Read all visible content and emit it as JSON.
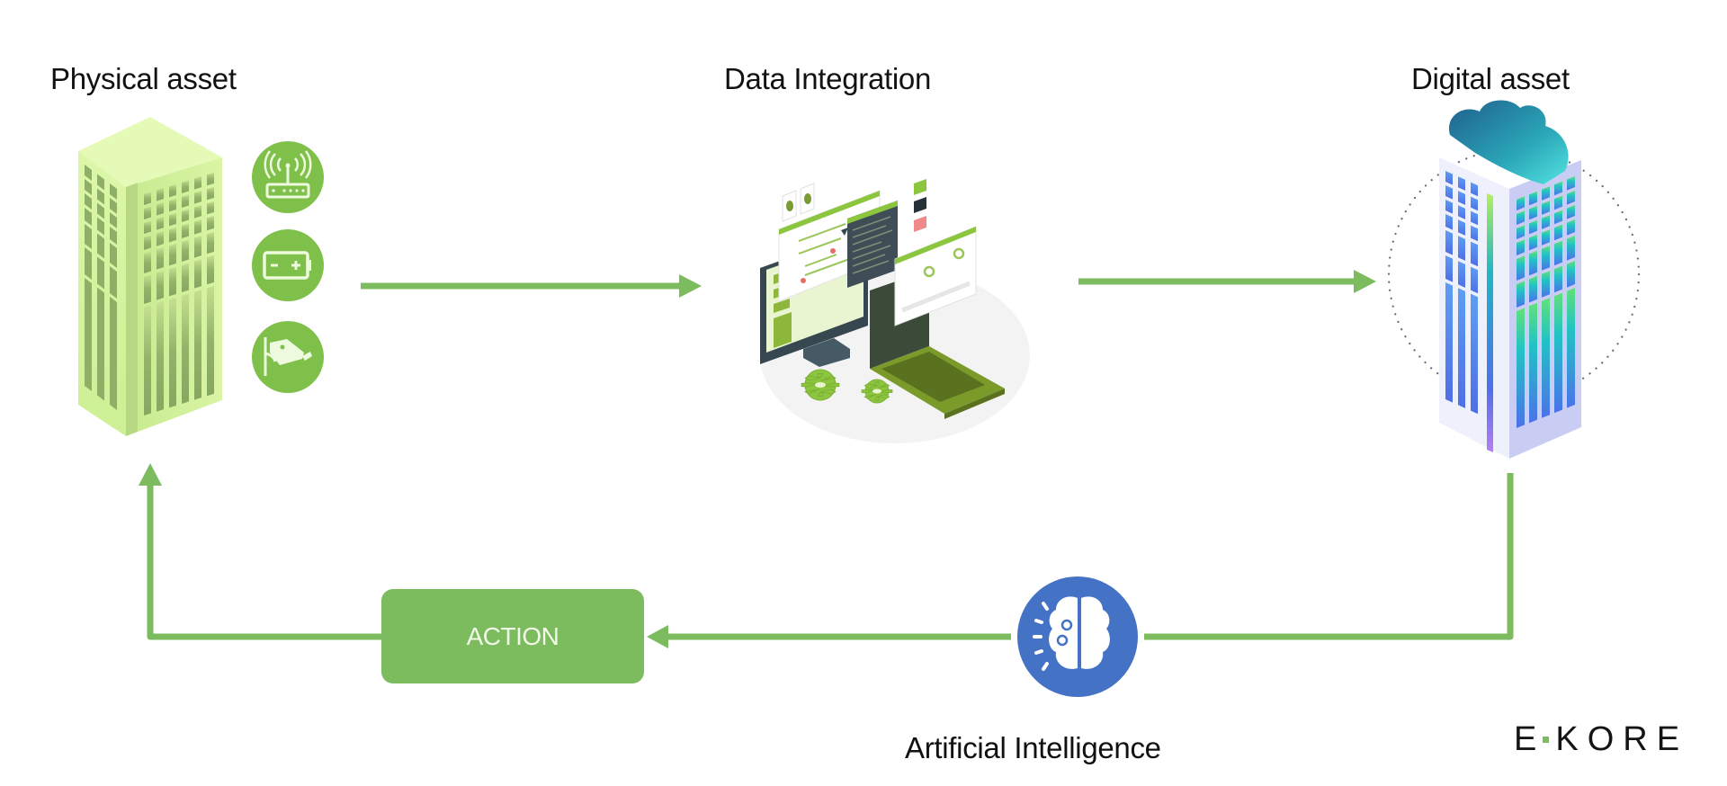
{
  "diagram": {
    "title_physical": "Physical asset",
    "title_integration": "Data Integration",
    "title_digital": "Digital asset",
    "title_ai": "Artificial Intelligence",
    "action_label": "ACTION",
    "logo": {
      "left": "E",
      "right": "KORE",
      "dot_color": "#7cbb5e"
    },
    "colors": {
      "arrow": "#7cbb5e",
      "physical_building": "#d8f5a4",
      "sensor_circle": "#7fc04a",
      "ai_circle": "#4472c4",
      "digital_building": "#5b8cf0",
      "cloud": "#2fa5b8"
    },
    "sensors": [
      {
        "name": "wifi-router",
        "label": "router"
      },
      {
        "name": "battery",
        "label": "battery"
      },
      {
        "name": "security-camera",
        "label": "camera"
      }
    ],
    "flow": [
      {
        "from": "Physical asset",
        "to": "Data Integration"
      },
      {
        "from": "Data Integration",
        "to": "Digital asset"
      },
      {
        "from": "Digital asset",
        "to": "Artificial Intelligence"
      },
      {
        "from": "Artificial Intelligence",
        "to": "ACTION"
      },
      {
        "from": "ACTION",
        "to": "Physical asset"
      }
    ]
  }
}
